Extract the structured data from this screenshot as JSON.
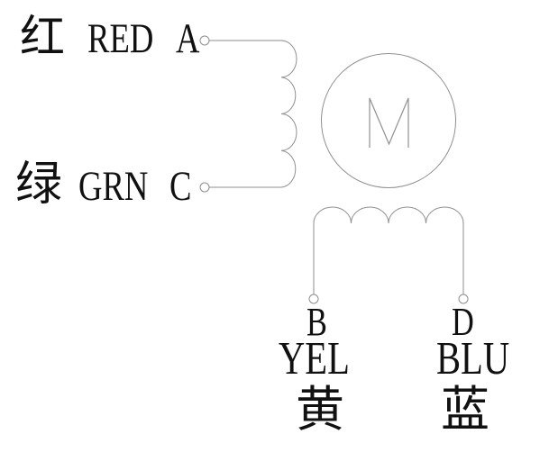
{
  "page": {
    "background": "#ffffff",
    "line_color": "#8f8f8f",
    "text_color": "#111111"
  },
  "motor": {
    "symbol": "M"
  },
  "phases": {
    "ac": {
      "a": {
        "pin": "A",
        "color_en": "RED",
        "color_zh": "红"
      },
      "c": {
        "pin": "C",
        "color_en": "GRN",
        "color_zh": "绿"
      }
    },
    "bd": {
      "b": {
        "pin": "B",
        "color_en": "YEL",
        "color_zh": "黄"
      },
      "d": {
        "pin": "D",
        "color_en": "BLU",
        "color_zh": "蓝"
      }
    }
  }
}
